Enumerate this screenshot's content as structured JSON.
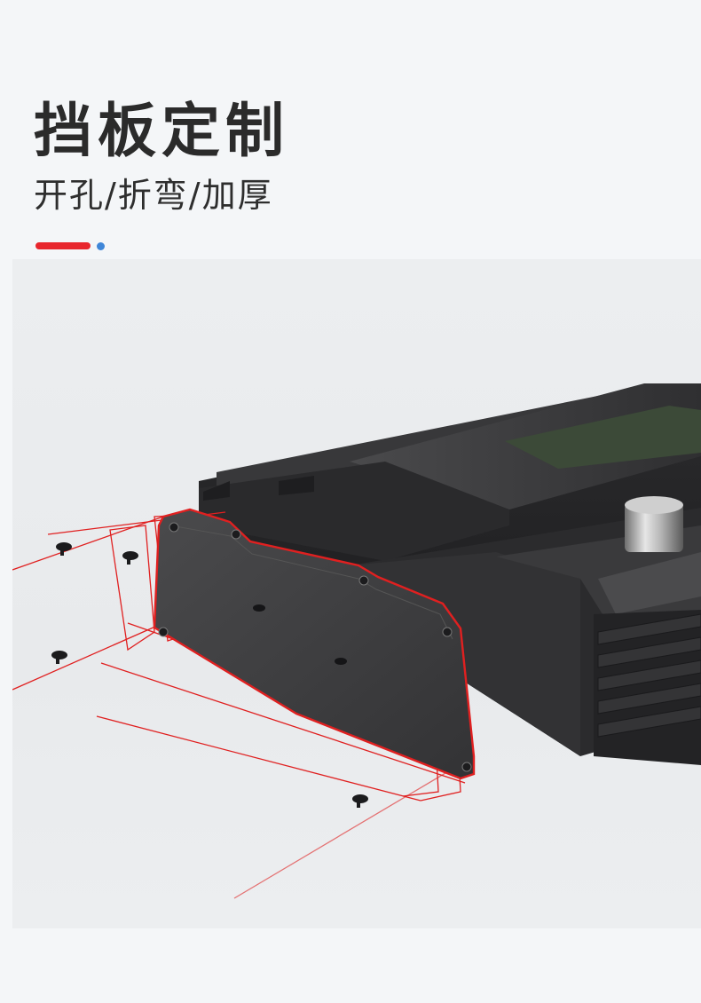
{
  "header": {
    "title": "挡板定制",
    "subtitle": "开孔/折弯/加厚"
  },
  "colors": {
    "accent_red": "#e8262d",
    "accent_blue": "#3f86d8",
    "panel": "#3a3a3c",
    "outline": "#e02020"
  },
  "illustration": {
    "subject": "aluminum-enclosure-end-plate-exploded-view",
    "screws_shown": 4
  }
}
